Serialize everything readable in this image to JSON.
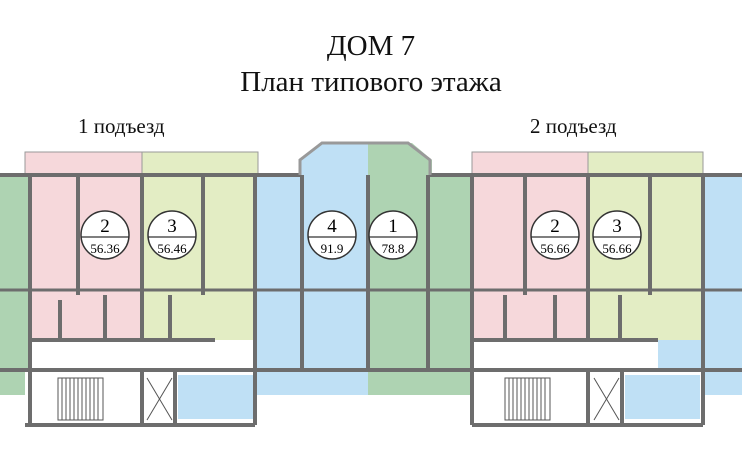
{
  "header": {
    "title": "ДОМ 7",
    "subtitle": "План типового этажа"
  },
  "entrances": [
    {
      "label": "1 подъезд"
    },
    {
      "label": "2 подъезд"
    }
  ],
  "apartments": [
    {
      "number": "2",
      "area": "56.36",
      "color": "#f6d8db"
    },
    {
      "number": "3",
      "area": "56.46",
      "color": "#e3edc4"
    },
    {
      "number": "4",
      "area": "91.9",
      "color": "#bfe0f5"
    },
    {
      "number": "1",
      "area": "78.8",
      "color": "#aed3b2"
    },
    {
      "number": "2",
      "area": "56.66",
      "color": "#f6d8db"
    },
    {
      "number": "3",
      "area": "56.66",
      "color": "#e3edc4"
    }
  ]
}
